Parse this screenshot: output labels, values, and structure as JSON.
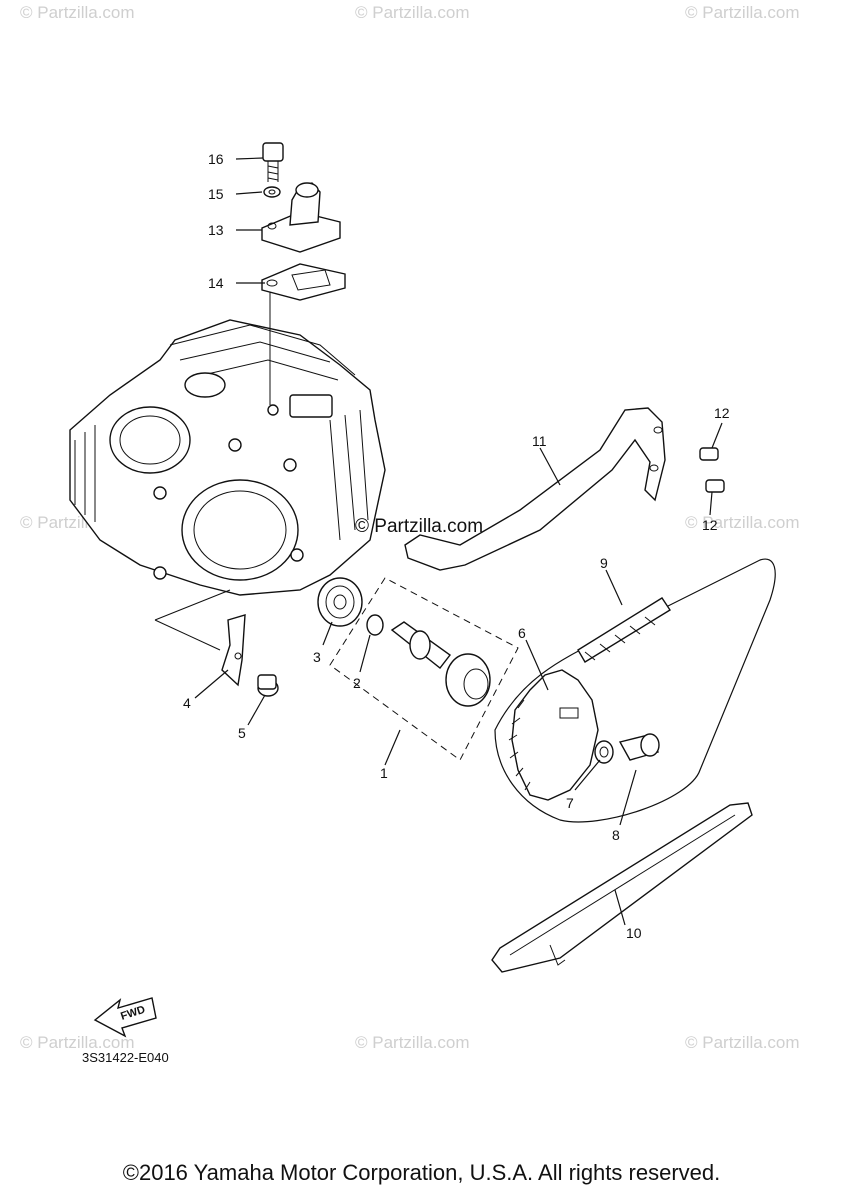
{
  "callouts": {
    "c1": "1",
    "c2": "2",
    "c3": "3",
    "c4": "4",
    "c5": "5",
    "c6": "6",
    "c7": "7",
    "c8": "8",
    "c9": "9",
    "c10": "10",
    "c11": "11",
    "c12a": "12",
    "c12b": "12",
    "c13": "13",
    "c14": "14",
    "c15": "15",
    "c16": "16"
  },
  "watermark": {
    "main": "© Partzilla.com",
    "faint": "© Partzilla.com"
  },
  "fwd_label": "FWD",
  "diagram_code": "3S31422-E040",
  "copyright": "©2016 Yamaha Motor Corporation, U.S.A. All rights reserved."
}
